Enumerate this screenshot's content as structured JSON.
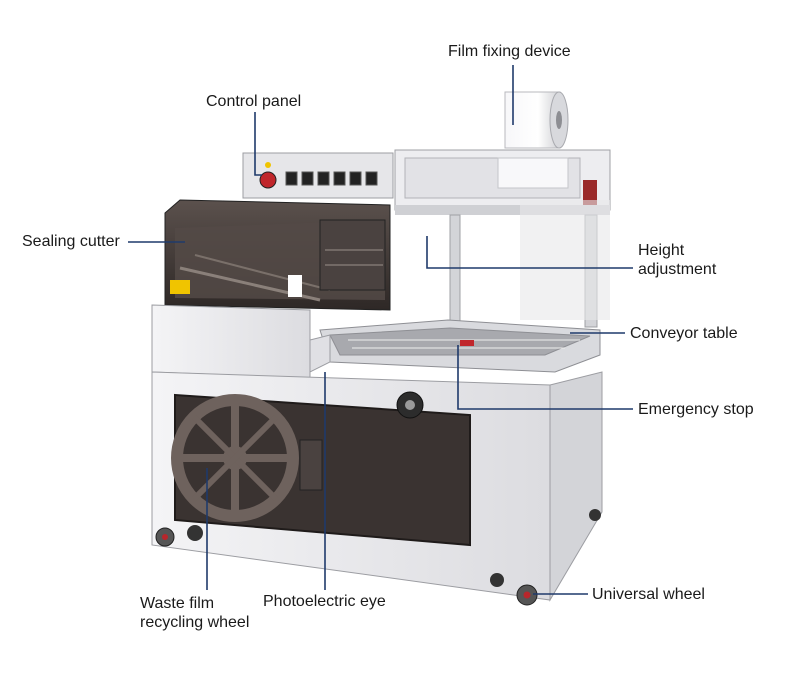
{
  "labels": {
    "film_fixing_device": "Film fixing device",
    "control_panel": "Control panel",
    "sealing_cutter": "Sealing cutter",
    "height_adjustment_line1": "Height",
    "height_adjustment_line2": "adjustment",
    "conveyor_table": "Conveyor table",
    "emergency_stop": "Emergency stop",
    "universal_wheel": "Universal wheel",
    "waste_film_line1": "Waste film",
    "waste_film_line2": "recycling wheel",
    "photoelectric_eye": "Photoelectric eye"
  },
  "colors": {
    "leader_line": "#1f3a6b",
    "machine_body": "#e9e9ec",
    "machine_shadow": "#c9c9ce",
    "dark_panel": "#3b3432",
    "accent_red": "#c0262b"
  }
}
